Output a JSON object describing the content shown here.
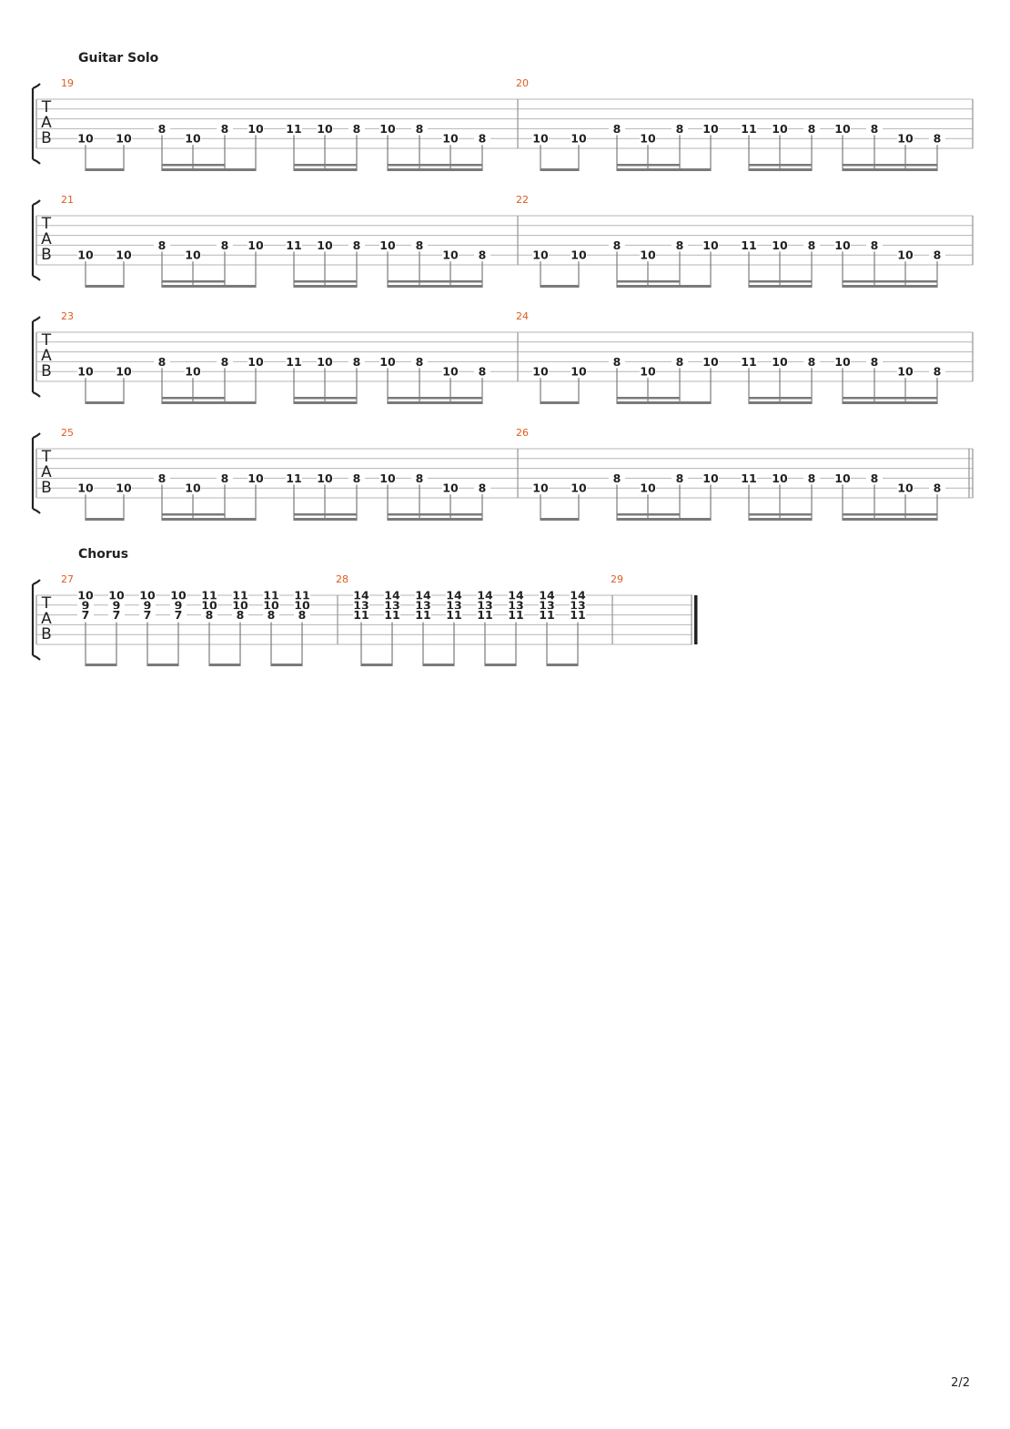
{
  "page_number": "2/2",
  "sections": [
    {
      "title": "Guitar Solo",
      "first_system": 0
    },
    {
      "title": "Chorus",
      "first_system": 4
    }
  ],
  "clef_letters": [
    "T",
    "A",
    "B"
  ],
  "solo_measure_numbers": [
    "19",
    "20",
    "21",
    "22",
    "23",
    "24",
    "25",
    "26"
  ],
  "solo_notes": [
    {
      "fret": "10",
      "string": 4
    },
    {
      "fret": "10",
      "string": 4
    },
    {
      "fret": "8",
      "string": 3
    },
    {
      "fret": "10",
      "string": 4
    },
    {
      "fret": "8",
      "string": 3
    },
    {
      "fret": "10",
      "string": 3
    },
    {
      "fret": "11",
      "string": 3
    },
    {
      "fret": "10",
      "string": 3
    },
    {
      "fret": "8",
      "string": 3
    },
    {
      "fret": "10",
      "string": 3
    },
    {
      "fret": "8",
      "string": 3
    },
    {
      "fret": "10",
      "string": 4
    },
    {
      "fret": "8",
      "string": 4
    }
  ],
  "chorus_measure_numbers": [
    "27",
    "28",
    "29"
  ],
  "chorus_chords_27": [
    [
      "10",
      "9",
      "7"
    ],
    [
      "10",
      "9",
      "7"
    ],
    [
      "10",
      "9",
      "7"
    ],
    [
      "10",
      "9",
      "7"
    ],
    [
      "11",
      "10",
      "8"
    ],
    [
      "11",
      "10",
      "8"
    ],
    [
      "11",
      "10",
      "8"
    ],
    [
      "11",
      "10",
      "8"
    ]
  ],
  "chorus_chords_28": [
    [
      "14",
      "13",
      "11"
    ],
    [
      "14",
      "13",
      "11"
    ],
    [
      "14",
      "13",
      "11"
    ],
    [
      "14",
      "13",
      "11"
    ],
    [
      "14",
      "13",
      "11"
    ],
    [
      "14",
      "13",
      "11"
    ],
    [
      "14",
      "13",
      "11"
    ],
    [
      "14",
      "13",
      "11"
    ]
  ]
}
